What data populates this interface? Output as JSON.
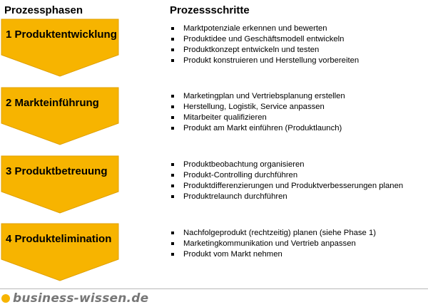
{
  "headers": {
    "left": "Prozessphasen",
    "right": "Prozessschritte"
  },
  "phases": [
    {
      "label": "1 Produktentwicklung",
      "steps": [
        "Marktpotenziale erkennen und bewerten",
        "Produktidee und Geschäftsmodell entwickeln",
        "Produktkonzept entwickeln und testen",
        "Produkt konstruieren und Herstellung vorbereiten"
      ]
    },
    {
      "label": "2 Markteinführung",
      "steps": [
        "Marketingplan und Vertriebsplanung erstellen",
        "Herstellung, Logistik, Service anpassen",
        "Mitarbeiter qualifizieren",
        "Produkt am Markt einführen (Produktlaunch)"
      ]
    },
    {
      "label": "3 Produktbetreuung",
      "steps": [
        "Produktbeobachtung organisieren",
        "Produkt-Controlling durchführen",
        "Produktdifferenzierungen und Produktverbesserungen planen",
        "Produktrelaunch durchführen"
      ]
    },
    {
      "label": "4 Produktelimination",
      "steps": [
        "Nachfolgeprodukt (rechtzeitig) planen (siehe Phase 1)",
        "Marketingkommunikation und Vertrieb anpassen",
        "Produkt vom Markt nehmen"
      ]
    }
  ],
  "footer": {
    "brand": "business-wissen.de"
  },
  "colors": {
    "phase_fill": "#f7b400",
    "phase_stroke": "#e0a000",
    "brand_dot": "#f7b400",
    "brand_text": "#777777"
  }
}
